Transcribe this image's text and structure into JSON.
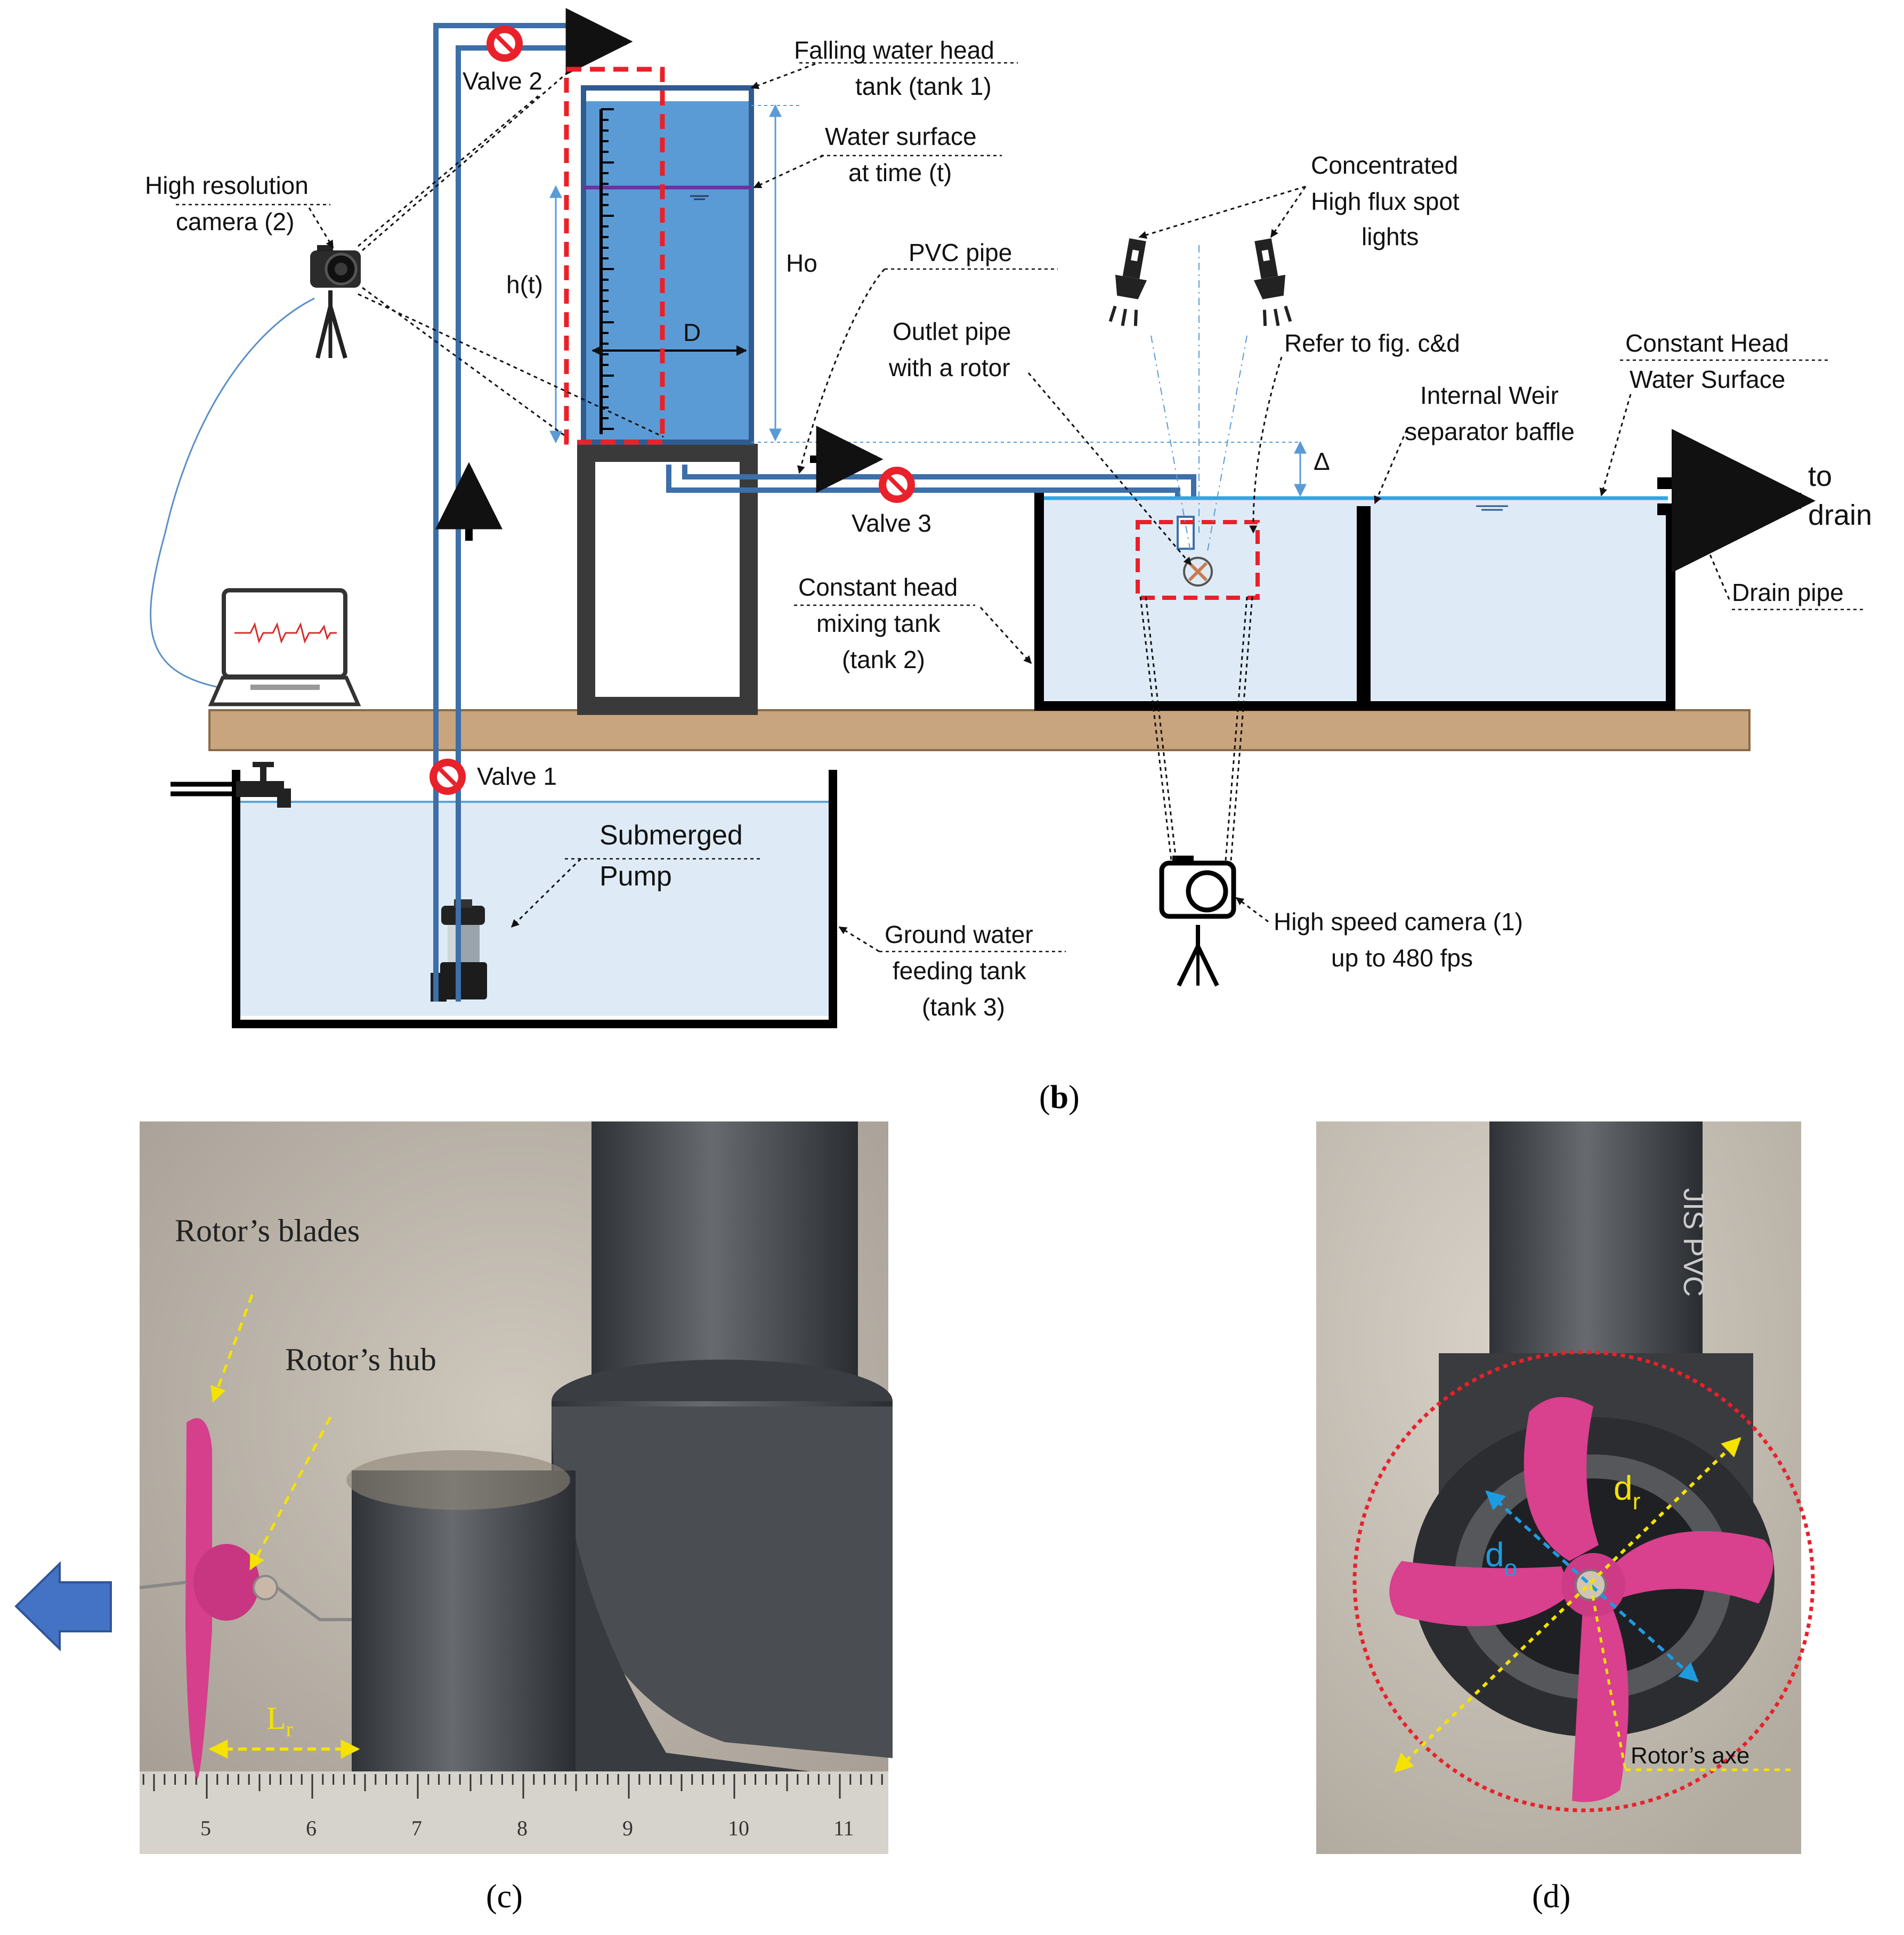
{
  "diagram": {
    "labels": {
      "falling_tank": [
        "Falling water head",
        "tank (tank 1)"
      ],
      "water_surface": [
        "Water surface",
        "at time (t)"
      ],
      "high_res_camera": [
        "High resolution",
        "camera (2)"
      ],
      "valve1": "Valve 1",
      "valve2": "Valve 2",
      "valve3": "Valve 3",
      "h_t": "h(t)",
      "H_o": "Ho",
      "D": "D",
      "pvc_pipe": "PVC pipe",
      "outlet_pipe": [
        "Outlet pipe",
        "with a rotor"
      ],
      "spot_lights": [
        "Concentrated",
        "High flux spot",
        "lights"
      ],
      "refer_fig": "Refer to fig. c&d",
      "constant_head_surface": [
        "Constant Head",
        "Water Surface"
      ],
      "internal_weir": [
        "Internal Weir",
        "separator baffle"
      ],
      "delta": "Δ",
      "to_drain": [
        "to",
        "drain"
      ],
      "drain_pipe": "Drain pipe",
      "mixing_tank": [
        "Constant head",
        "mixing tank",
        "(tank 2)"
      ],
      "submerged_pump": [
        "Submerged",
        "Pump"
      ],
      "ground_tank": [
        "Ground water",
        "feeding tank",
        "(tank 3)"
      ],
      "high_speed_camera": [
        "High speed camera (1)",
        "up to 480 fps"
      ]
    },
    "captions": {
      "b": "b",
      "c": "c",
      "d": "d"
    },
    "photo_c": {
      "rotor_blades": "Rotor’s blades",
      "rotor_hub": "Rotor’s hub",
      "L_r": "L",
      "L_r_sub": "r",
      "ruler_ticks": [
        "5",
        "6",
        "7",
        "8",
        "9",
        "10",
        "11"
      ]
    },
    "photo_d": {
      "d_r": "d",
      "d_r_sub": "r",
      "d_o": "d",
      "d_o_sub": "o",
      "rotor_axe": "Rotor’s axe",
      "pipe_print": "JIS PVC"
    },
    "colors": {
      "pipe": "#3d6fa8",
      "tank_water": "#5b9bd5",
      "light_water": "#deebf7",
      "bench": "#c8a57e",
      "red_marker": "#e8212a",
      "yellow_annotation": "#f5e200",
      "blue_annotation": "#1e9be0",
      "rotor_pink": "#d63f8c"
    }
  }
}
